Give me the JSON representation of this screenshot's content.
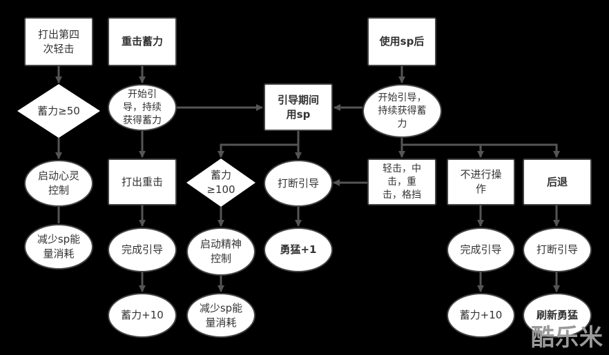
{
  "nodes": {
    "fourth_light": "打出第四\n次轻击",
    "charge_ge50": "蓄力≥50",
    "mind_control": "启动心灵\n控制",
    "reduce_sp_left": "减少sp能\n量消耗",
    "heavy_charge": "重击蓄力",
    "start_channel_left": "开始引\n导，持续\n获得蓄力",
    "heavy_strike": "打出重击",
    "complete_channel_left": "完成引导",
    "charge_plus10_left": "蓄力+10",
    "use_sp_during": "引导期间\n用sp",
    "charge_ge100": "蓄力\n≥100",
    "spirit_control": "启动精神\n控制",
    "reduce_sp_mid": "减少sp能\n量消耗",
    "interrupt_mid": "打断引导",
    "valor_plus1": "勇猛+1",
    "after_sp": "使用sp后",
    "start_channel_right": "开始引导，\n持续获得蓄\n力",
    "attack_or_block": "轻击，中\n击，重\n击，格挡",
    "no_action": "不进行操\n作",
    "retreat": "后退",
    "complete_channel_right": "完成引导",
    "interrupt_right": "打断引导",
    "charge_plus10_right": "蓄力+10",
    "refresh_valor": "刷新勇猛"
  },
  "watermark": "酷乐米",
  "colors": {
    "background": "#000000",
    "node_fill": "#ffffff",
    "edge": "#444444"
  }
}
